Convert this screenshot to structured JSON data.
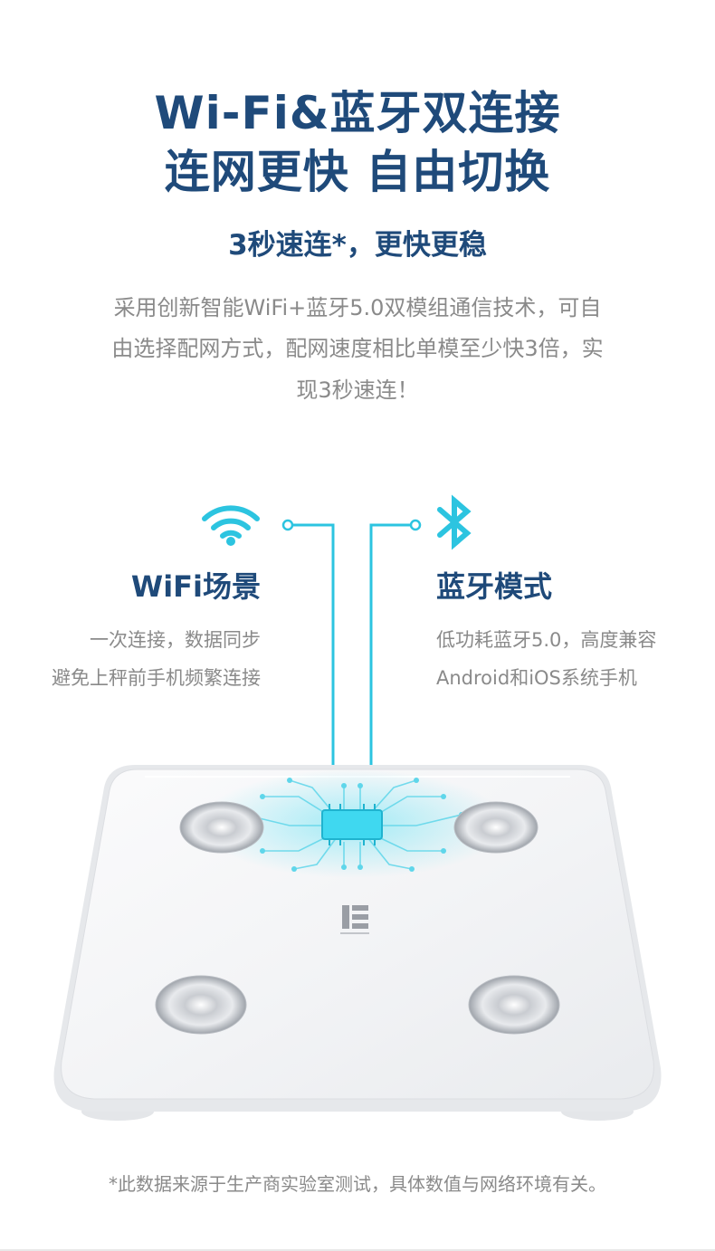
{
  "header": {
    "title_line1": "Wi-Fi&蓝牙双连接",
    "title_line2": "连网更快 自由切换",
    "subtitle": "3秒速连*，更快更稳",
    "description_line1": "采用创新智能WiFi+蓝牙5.0双模组通信技术，可自",
    "description_line2": "由选择配网方式，配网速度相比单模至少快3倍，实",
    "description_line3": "现3秒速连！"
  },
  "wifi": {
    "icon": "wifi-icon",
    "title": "WiFi场景",
    "desc_line1": "一次连接，数据同步",
    "desc_line2": "避免上秤前手机频繁连接"
  },
  "bluetooth": {
    "icon": "bluetooth-icon",
    "title": "蓝牙模式",
    "desc_line1": "低功耗蓝牙5.0，高度兼容",
    "desc_line2": "Android和iOS系统手机"
  },
  "product": {
    "image": "smart-scale",
    "logo": "brand-logo-icon"
  },
  "footnote": "*此数据来源于生产商实验室测试，具体数值与网络环境有关。",
  "colors": {
    "title": "#1f4a7a",
    "body_text": "#8a8a8a",
    "accent": "#2cc4e0"
  }
}
